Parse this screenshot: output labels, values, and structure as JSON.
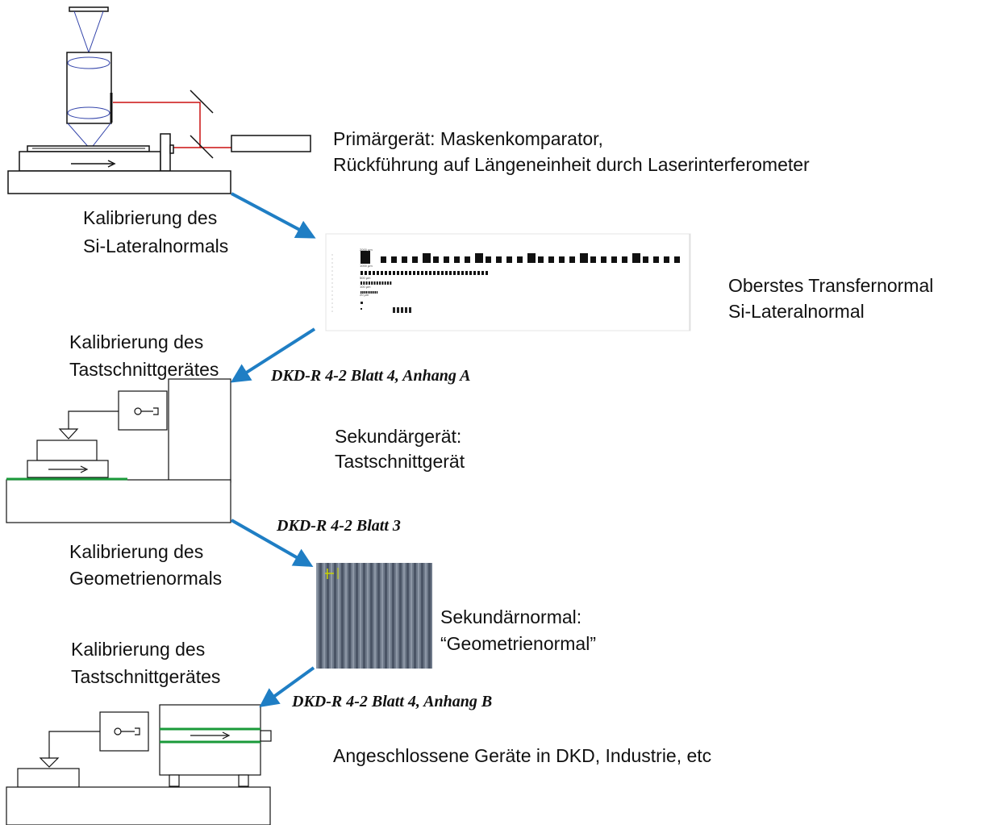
{
  "labels": {
    "primary_device": "Primärgerät: Maskenkomparator,",
    "primary_traceability": "Rückführung auf Längeneinheit durch Laserinterferometer",
    "step1_line1": "Kalibrierung des",
    "step1_line2": "Si-Lateralnormals",
    "top_standard_line1": "Oberstes Transfernormal",
    "top_standard_line2": "Si-Lateralnormal",
    "step2_line1": "Kalibrierung des",
    "step2_line2": "Tastschnittgerätes",
    "ref_annex_a": "DKD-R 4-2 Blatt 4, Anhang A",
    "secondary_device_line1": "Sekundärgerät:",
    "secondary_device_line2": "Tastschnittgerät",
    "ref_sheet3": "DKD-R 4-2 Blatt 3",
    "step3_line1": "Kalibrierung des",
    "step3_line2": "Geometrienormals",
    "secondary_standard_line1": "Sekundärnormal:",
    "secondary_standard_line2": "“Geometrienormal”",
    "step4_line1": "Kalibrierung des",
    "step4_line2": "Tastschnittgerätes",
    "ref_annex_b": "DKD-R 4-2 Blatt 4, Anhang B",
    "connected_devices": "Angeschlossene Geräte in DKD, Industrie, etc"
  },
  "colors": {
    "arrow": "#1f7ec4",
    "laser": "#cc1111",
    "optics": "#3344aa",
    "green_rail": "#1a9a3a",
    "stroke": "#111111"
  }
}
